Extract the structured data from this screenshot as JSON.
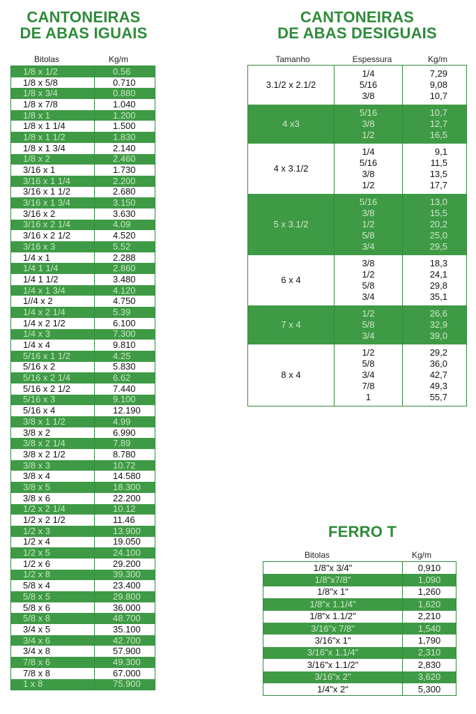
{
  "iguais": {
    "title_line1": "CANTONEIRAS",
    "title_line2": "DE ABAS IGUAIS",
    "col_bitolas": "Bitolas",
    "col_kgm": "Kg/m",
    "rows": [
      [
        "1/8 x 1/2",
        "0.56"
      ],
      [
        "1/8 x 5/8",
        "0.710"
      ],
      [
        "1/8 x 3/4",
        "0.880"
      ],
      [
        "1/8 x 7/8",
        "1.040"
      ],
      [
        "1/8 x 1",
        "1.200"
      ],
      [
        "1/8 x 1 1/4",
        "1.500"
      ],
      [
        "1/8 x 1 1/2",
        "1.830"
      ],
      [
        "1/8 x 1 3/4",
        "2.140"
      ],
      [
        "1/8 x 2",
        "2.460"
      ],
      [
        "3/16 x 1",
        "1.730"
      ],
      [
        "3/16 x 1 1/4",
        "2.200"
      ],
      [
        "3/16 x 1 1/2",
        "2.680"
      ],
      [
        "3/16 x 1 3/4",
        "3.150"
      ],
      [
        "3/16 x 2",
        "3.630"
      ],
      [
        "3/16 x 2 1/4",
        "4.09"
      ],
      [
        "3/16 x 2 1/2",
        "4.520"
      ],
      [
        "3/16 x 3",
        "5.52"
      ],
      [
        "1/4 x 1",
        "2.288"
      ],
      [
        "1/4 1 1/4",
        "2.860"
      ],
      [
        "1/4 1 1/2",
        "3.480"
      ],
      [
        "1/4 x 1 3/4",
        "4.120"
      ],
      [
        "1//4 x 2",
        "4.750"
      ],
      [
        "1/4 x 2 1/4",
        "5.39"
      ],
      [
        "1/4 x 2 1/2",
        "6.100"
      ],
      [
        "1/4 x 3",
        "7.300"
      ],
      [
        "1/4 x 4",
        "9.810"
      ],
      [
        "5/16 x 1 1/2",
        "4.25"
      ],
      [
        "5/16 x 2",
        "5.830"
      ],
      [
        "5/16 x 2 1/4",
        "6.62"
      ],
      [
        "5/16 x 2 1/2",
        "7.440"
      ],
      [
        "5/16 x 3",
        "9.100"
      ],
      [
        "5/16 x 4",
        "12.190"
      ],
      [
        "3/8 x 1 1/2",
        "4.99"
      ],
      [
        "3/8 x 2",
        "6.990"
      ],
      [
        "3/8 x 2 1/4",
        "7.89"
      ],
      [
        "3/8 x 2 1/2",
        "8.780"
      ],
      [
        "3/8 x 3",
        "10.72"
      ],
      [
        "3/8 x 4",
        "14.580"
      ],
      [
        "3/8 x 5",
        "18.300"
      ],
      [
        "3/8 x 6",
        "22.200"
      ],
      [
        "1/2 x 2 1/4",
        "10.12"
      ],
      [
        "1/2 x 2 1/2",
        "11.46"
      ],
      [
        "1/2 x 3",
        "13.900"
      ],
      [
        "1/2 x 4",
        "19.050"
      ],
      [
        "1/2 x 5",
        "24.100"
      ],
      [
        "1/2 x 6",
        "29.200"
      ],
      [
        "1/2 x 8",
        "39.300"
      ],
      [
        "5/8 x 4",
        "23.400"
      ],
      [
        "5/8 x 5",
        "29.800"
      ],
      [
        "5/8 x 6",
        "36.000"
      ],
      [
        "5/8 x 8",
        "48.700"
      ],
      [
        "3/4 x 5",
        "35.100"
      ],
      [
        "3/4 x 6",
        "42.700"
      ],
      [
        "3/4 x 8",
        "57.900"
      ],
      [
        "7/8 x 6",
        "49.300"
      ],
      [
        "7/8 x 8",
        "67.000"
      ],
      [
        "1 x 8",
        "75.900"
      ]
    ]
  },
  "desiguais": {
    "title_line1": "CANTONEIRAS",
    "title_line2": "DE ABAS DESIGUAIS",
    "col_tamanho": "Tamanho",
    "col_espessura": "Espessura",
    "col_kgm": "Kg/m",
    "groups": [
      {
        "tamanho": "3.1/2 x 2.1/2",
        "shade": "white",
        "espessura": [
          "1/4",
          "5/16",
          "3/8"
        ],
        "kgm": [
          "7,29",
          "9,08",
          "10,7"
        ]
      },
      {
        "tamanho": "4 x3",
        "shade": "green",
        "espessura": [
          "5/16",
          "3/8",
          "1/2"
        ],
        "kgm": [
          "10,7",
          "12,7",
          "16,5"
        ]
      },
      {
        "tamanho": "4 x 3.1/2",
        "shade": "white",
        "espessura": [
          "1/4",
          "5/16",
          "3/8",
          "1/2"
        ],
        "kgm": [
          "9,1",
          "11,5",
          "13,5",
          "17,7"
        ]
      },
      {
        "tamanho": "5 x 3.1/2",
        "shade": "green",
        "espessura": [
          "5/16",
          "3/8",
          "1/2",
          "5/8",
          "3/4"
        ],
        "kgm": [
          "13,0",
          "15,5",
          "20,2",
          "25,0",
          "29,5"
        ]
      },
      {
        "tamanho": "6 x 4",
        "shade": "white",
        "espessura": [
          "3/8",
          "1/2",
          "5/8",
          "3/4"
        ],
        "kgm": [
          "18,3",
          "24,1",
          "29,8",
          "35,1"
        ]
      },
      {
        "tamanho": "7 x 4",
        "shade": "green",
        "espessura": [
          "1/2",
          "5/8",
          "3/4"
        ],
        "kgm": [
          "26,6",
          "32,9",
          "39,0"
        ]
      },
      {
        "tamanho": "8 x 4",
        "shade": "white",
        "espessura": [
          "1/2",
          "5/8",
          "3/4",
          "7/8",
          "1"
        ],
        "kgm": [
          "29,2",
          "36,0",
          "42,7",
          "49,3",
          "55,7"
        ]
      }
    ]
  },
  "ferro_t": {
    "title": "FERRO T",
    "col_bitolas": "Bitolas",
    "col_kgm": "Kg/m",
    "rows": [
      [
        "1/8\"x 3/4\"",
        "0,910"
      ],
      [
        "1/8\"x7/8\"",
        "1,090"
      ],
      [
        "1/8\"x 1\"",
        "1,260"
      ],
      [
        "1/8\"x 1.1/4\"",
        "1,620"
      ],
      [
        "1/8\"x 1.1/2\"",
        "2,210"
      ],
      [
        "3/16\"x 7/8\"",
        "1,540"
      ],
      [
        "3/16\"x 1\"",
        "1,790"
      ],
      [
        "3/16\"x 1.1/4\"",
        "2,310"
      ],
      [
        "3/16\"x 1.1/2\"",
        "2,830"
      ],
      [
        "3/16\"x 2\"",
        "3,620"
      ],
      [
        "1/4\"x 2\"",
        "5,300"
      ]
    ]
  }
}
